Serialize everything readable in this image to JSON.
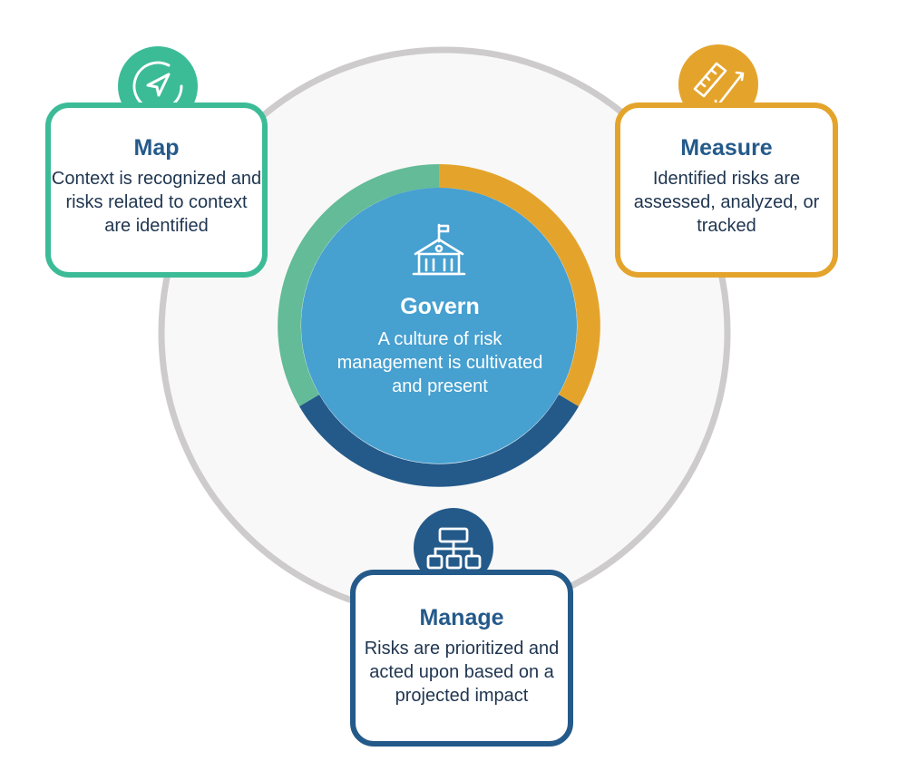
{
  "colors": {
    "map": "#3cbb97",
    "measure": "#e4a42c",
    "manage": "#245a8a",
    "govern": "#46a0d0",
    "map_arc": "#63bb97",
    "outer_ring": "#cdcbcc",
    "outer_fill": "#f8f8f8",
    "text_dark": "#1f3550"
  },
  "govern": {
    "title": "Govern",
    "description": "A culture of risk management is cultivated and present",
    "icon": "schoolhouse-icon"
  },
  "map": {
    "title": "Map",
    "description": "Context is recognized and risks related to context are identified",
    "icon": "navigation-arrow-icon"
  },
  "measure": {
    "title": "Measure",
    "description": "Identified risks are assessed, analyzed, or tracked",
    "icon": "ruler-icon"
  },
  "manage": {
    "title": "Manage",
    "description": "Risks are prioritized and acted upon based on a projected impact",
    "icon": "hierarchy-icon"
  }
}
